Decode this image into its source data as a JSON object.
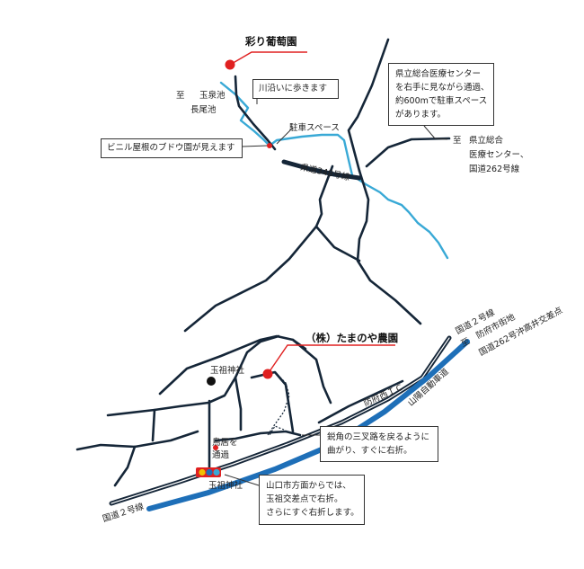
{
  "places": {
    "irodori": "彩り葡萄園",
    "tamanoya": "（株）たまのや農園",
    "tamanoya_shrine": "玉祖神社",
    "torii": "鳥居を",
    "torii2": "通過",
    "shrine_station": "玉祖神社",
    "bofu_west_ic": "防府西ＩＣ"
  },
  "roads": {
    "route348": "県道348号線",
    "route2_bottom": "国道２号線",
    "route2_top": "国道２号線",
    "sanyo_expressway": "山陽自動車道"
  },
  "directions": {
    "to_prefix": "至",
    "tamasen_pond_1": "玉泉池",
    "tamasen_pond_2": "長尾池",
    "hospital_1": "県立総合",
    "hospital_2": "医療センター、",
    "hospital_3": "国道262号線",
    "bofu_1": "至　防府市街地",
    "bofu_2": "国道262号沖高井交差点"
  },
  "notes": {
    "river_walk": "川沿いに歩きます",
    "parking": "駐車スペース",
    "vinyl_grape": "ビニル屋根のブドウ園が見えます",
    "hospital_note_1": "県立総合医療センター",
    "hospital_note_2": "を右手に見ながら通過、",
    "hospital_note_3": "約600mで駐車スペース",
    "hospital_note_4": "があります。",
    "acute_fork_1": "鋭角の三叉路を戻るように",
    "acute_fork_2": "曲がり、すぐに右折。",
    "yamaguchi_1": "山口市方面からでは、",
    "yamaguchi_2": "玉祖交差点で右折。",
    "yamaguchi_3": "さらにすぐ右折します。"
  },
  "colors": {
    "road": "#152638",
    "river": "#39a9d6",
    "expressway": "#1e6fb8",
    "pin": "#e02020",
    "callout": "#e02020"
  }
}
